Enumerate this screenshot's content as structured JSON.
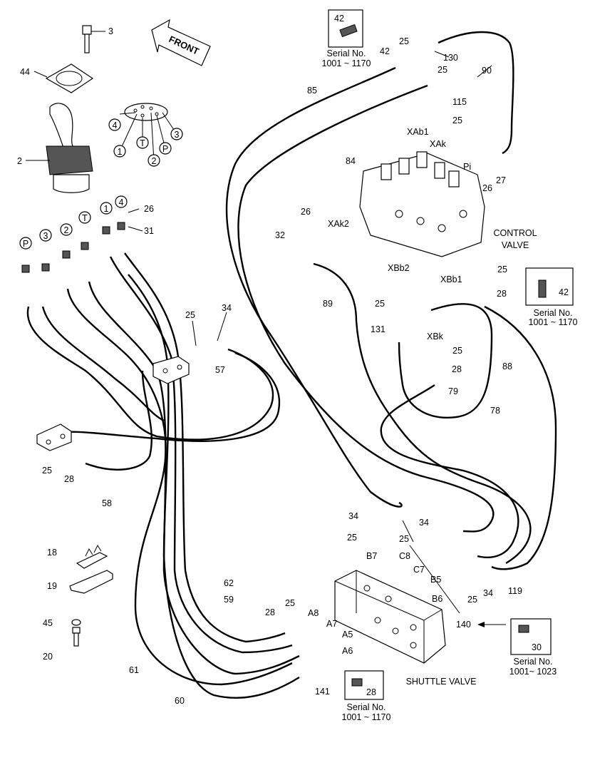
{
  "front_label": "FRONT",
  "part_numbers": {
    "p2": "2",
    "p3": "3",
    "p18": "18",
    "p19": "19",
    "p20": "20",
    "p25": "25",
    "p26": "26",
    "p27": "27",
    "p28": "28",
    "p30": "30",
    "p31": "31",
    "p32": "32",
    "p34": "34",
    "p42": "42",
    "p44": "44",
    "p45": "45",
    "p57": "57",
    "p58": "58",
    "p59": "59",
    "p60": "60",
    "p61": "61",
    "p62": "62",
    "p78": "78",
    "p79": "79",
    "p84": "84",
    "p85": "85",
    "p88": "88",
    "p89": "89",
    "p90": "90",
    "p115": "115",
    "p119": "119",
    "p130": "130",
    "p131": "131",
    "p140": "140",
    "p141": "141"
  },
  "port_circles": {
    "one": "1",
    "two": "2",
    "three": "3",
    "four": "4",
    "p": "P",
    "t": "T"
  },
  "valve_ports": {
    "xab1": "XAb1",
    "xak": "XAk",
    "xak2": "XAk2",
    "xbb2": "XBb2",
    "xbb1": "XBb1",
    "xbk": "XBk",
    "pi": "Pi",
    "b7": "B7",
    "c8": "C8",
    "c7": "C7",
    "b5": "B5",
    "b6": "B6",
    "a8": "A8",
    "a7": "A7",
    "a5": "A5",
    "a6": "A6"
  },
  "control_valve": {
    "line1": "CONTROL",
    "line2": "VALVE"
  },
  "shuttle_valve": "SHUTTLE VALVE",
  "serial_notes": {
    "top": {
      "part": "42",
      "line1": "Serial No.",
      "line2": "1001 ~ 1170"
    },
    "right": {
      "part": "42",
      "line1": "Serial No.",
      "line2": "1001 ~ 1170"
    },
    "shuttle": {
      "part": "30",
      "line1": "Serial No.",
      "line2": "1001~ 1023"
    },
    "bottom": {
      "part": "28",
      "line1": "Serial No.",
      "line2": "1001 ~ 1170"
    }
  }
}
